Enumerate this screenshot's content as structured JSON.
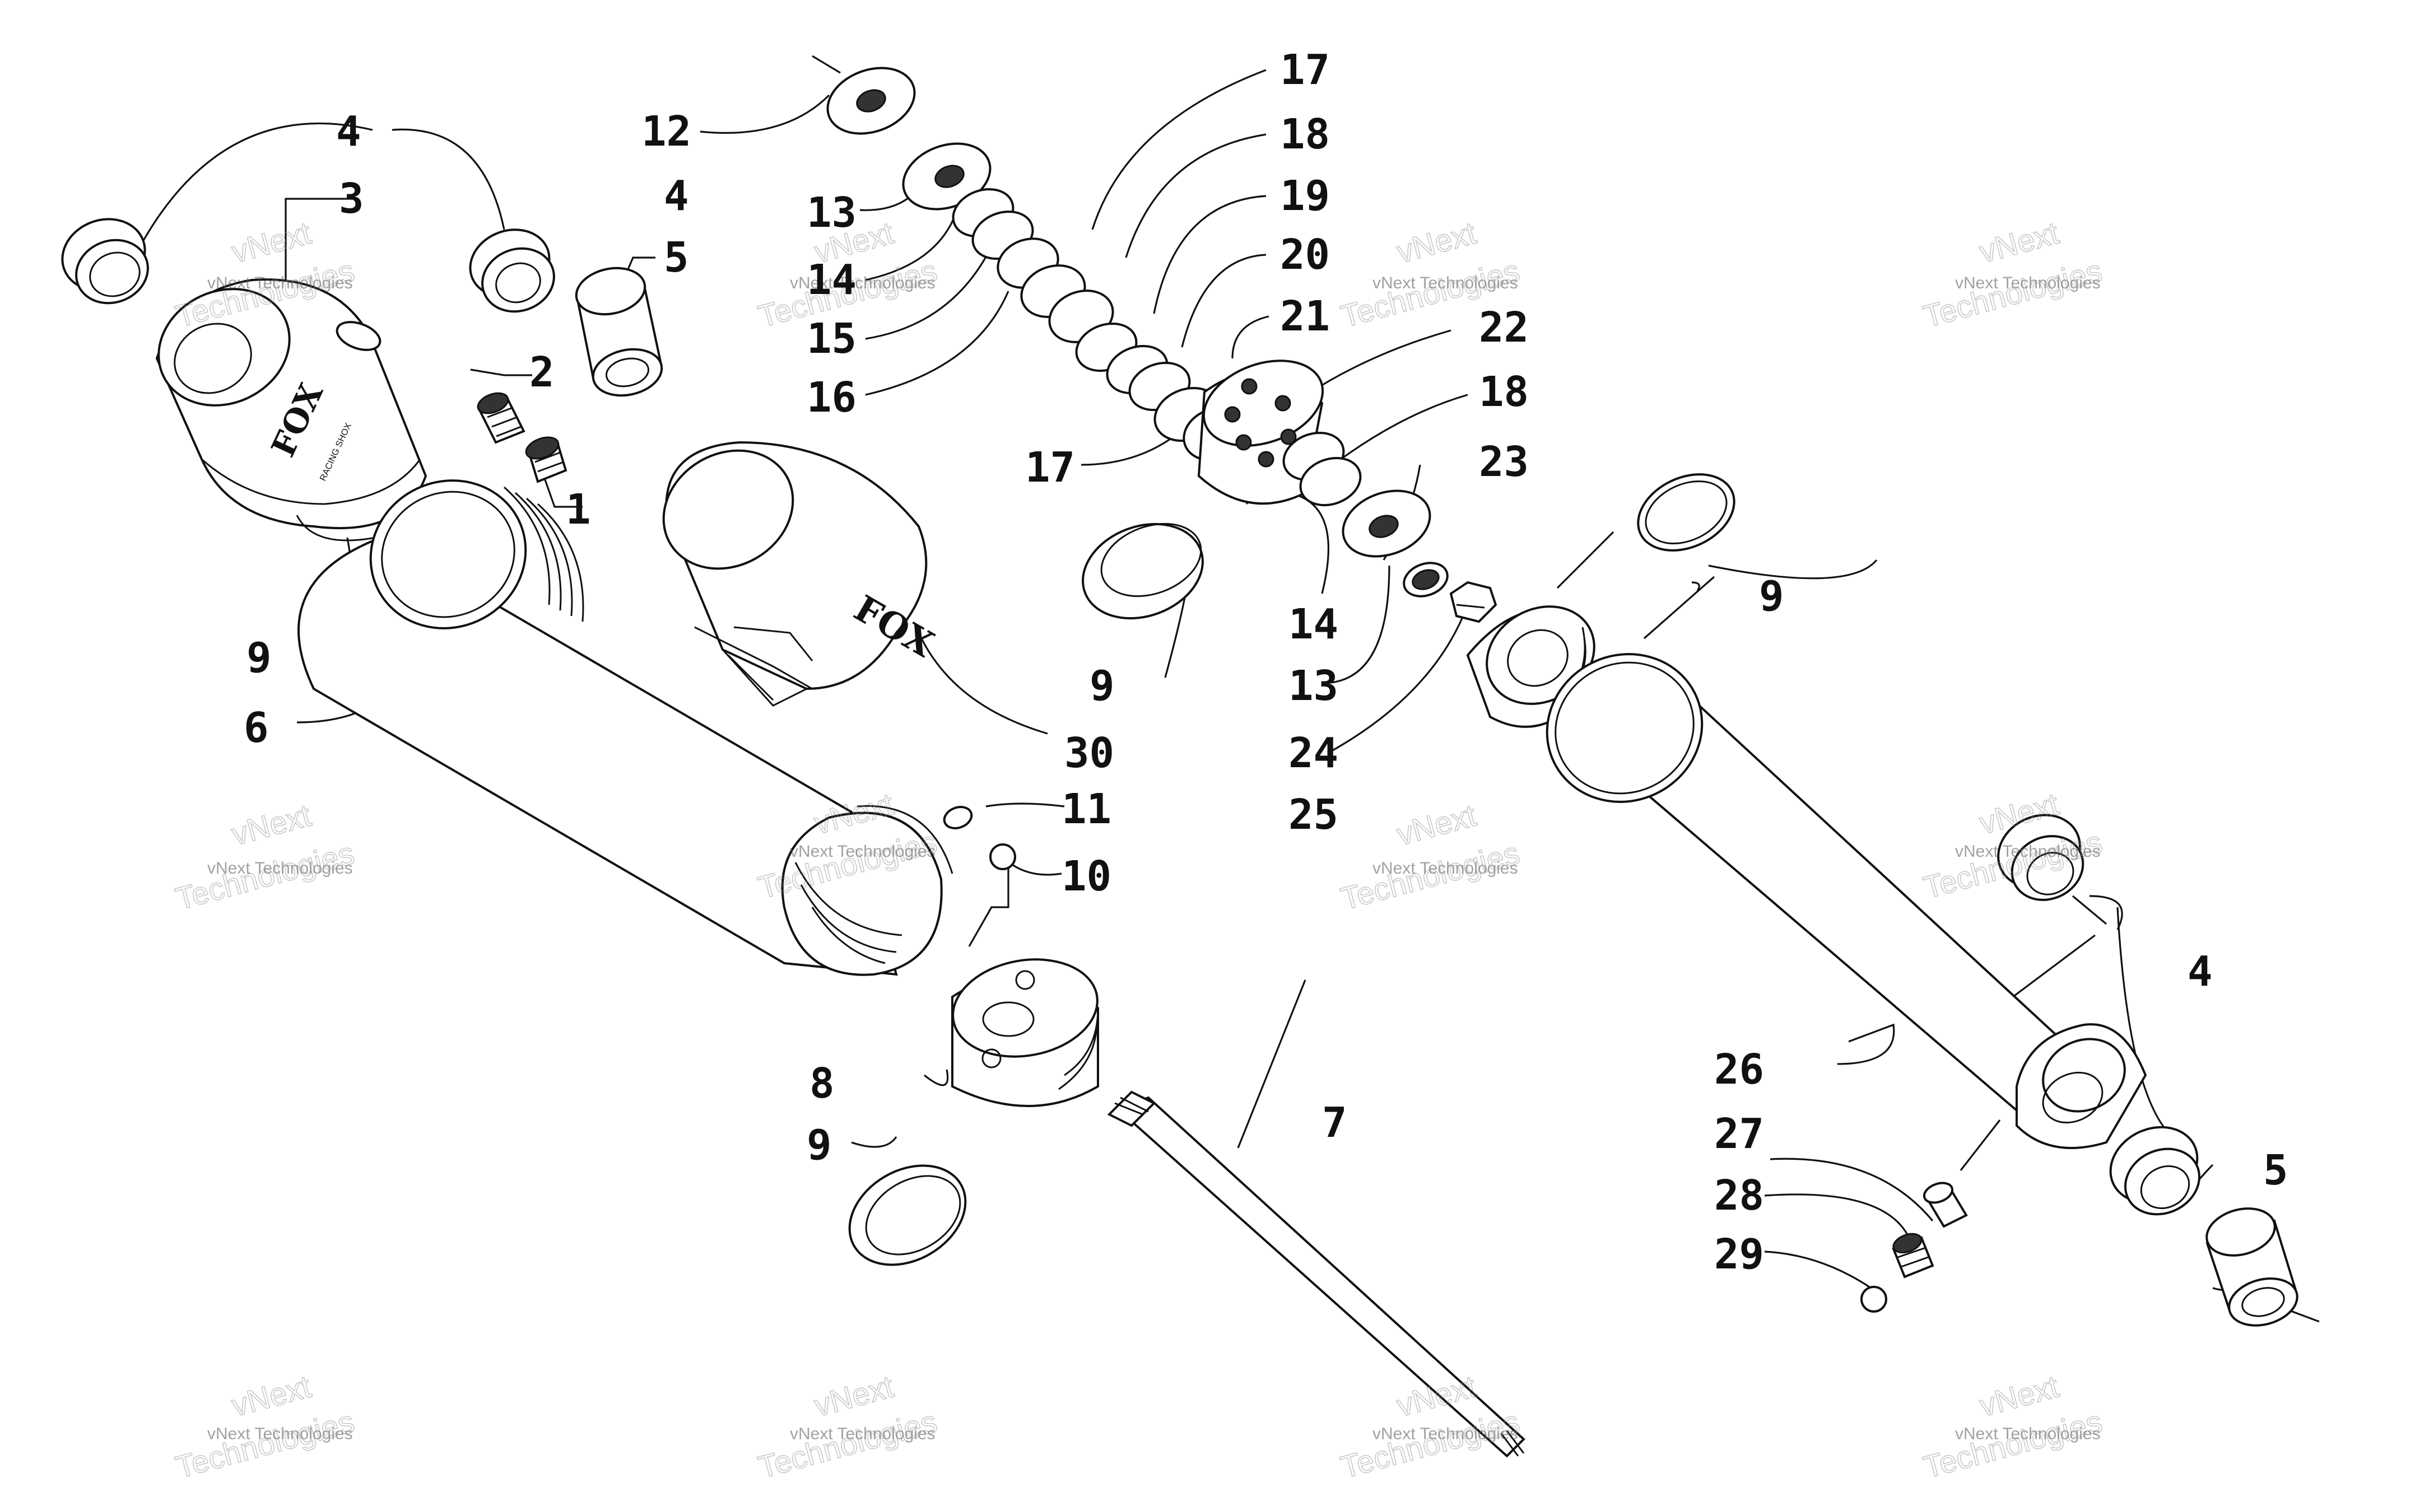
{
  "callouts": [
    {
      "id": "c1",
      "label": "1"
    },
    {
      "id": "c2",
      "label": "2"
    },
    {
      "id": "c3",
      "label": "3"
    },
    {
      "id": "c4a",
      "label": "4"
    },
    {
      "id": "c4b",
      "label": "4"
    },
    {
      "id": "c4c",
      "label": "4"
    },
    {
      "id": "c5a",
      "label": "5"
    },
    {
      "id": "c5b",
      "label": "5"
    },
    {
      "id": "c6",
      "label": "6"
    },
    {
      "id": "c7",
      "label": "7"
    },
    {
      "id": "c8",
      "label": "8"
    },
    {
      "id": "c9a",
      "label": "9"
    },
    {
      "id": "c9b",
      "label": "9"
    },
    {
      "id": "c9c",
      "label": "9"
    },
    {
      "id": "c9d",
      "label": "9"
    },
    {
      "id": "c10",
      "label": "10"
    },
    {
      "id": "c11",
      "label": "11"
    },
    {
      "id": "c12",
      "label": "12"
    },
    {
      "id": "c13a",
      "label": "13"
    },
    {
      "id": "c13b",
      "label": "13"
    },
    {
      "id": "c14a",
      "label": "14"
    },
    {
      "id": "c14b",
      "label": "14"
    },
    {
      "id": "c15",
      "label": "15"
    },
    {
      "id": "c16",
      "label": "16"
    },
    {
      "id": "c17a",
      "label": "17"
    },
    {
      "id": "c17b",
      "label": "17"
    },
    {
      "id": "c18a",
      "label": "18"
    },
    {
      "id": "c18b",
      "label": "18"
    },
    {
      "id": "c19",
      "label": "19"
    },
    {
      "id": "c20",
      "label": "20"
    },
    {
      "id": "c21",
      "label": "21"
    },
    {
      "id": "c22",
      "label": "22"
    },
    {
      "id": "c23",
      "label": "23"
    },
    {
      "id": "c24",
      "label": "24"
    },
    {
      "id": "c25",
      "label": "25"
    },
    {
      "id": "c26",
      "label": "26"
    },
    {
      "id": "c27",
      "label": "27"
    },
    {
      "id": "c28",
      "label": "28"
    },
    {
      "id": "c29",
      "label": "29"
    },
    {
      "id": "c30",
      "label": "30"
    }
  ],
  "watermark": {
    "line1": "vNext Technologies",
    "line2": "vNext",
    "line3": "Technologies"
  },
  "logos": {
    "brand": "FOX",
    "subtext": "RACING SHOX"
  }
}
